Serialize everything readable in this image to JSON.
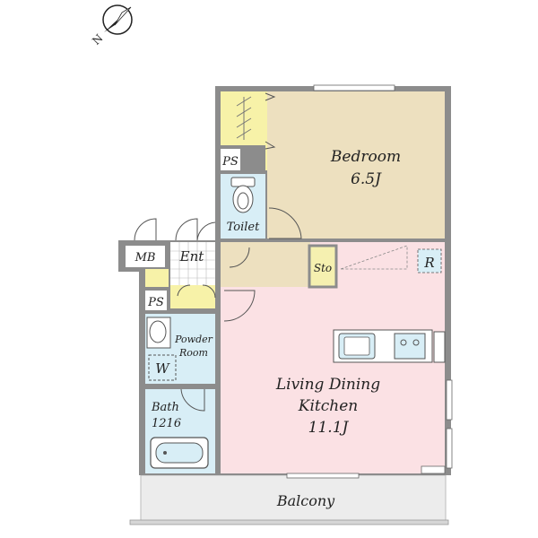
{
  "compass": {
    "north_label": "N",
    "icon": "north-arrow-icon"
  },
  "rooms": {
    "bedroom": {
      "name": "Bedroom",
      "size": "6.5J",
      "color": "#ede0bf"
    },
    "toilet": {
      "name": "Toilet",
      "color": "#d8eef6"
    },
    "entrance": {
      "name": "Ent"
    },
    "meter_box": {
      "name": "MB"
    },
    "pipe_space_upper": {
      "name": "PS"
    },
    "pipe_space_lower": {
      "name": "PS"
    },
    "storage": {
      "name": "Sto",
      "color": "#f5f0b0"
    },
    "refrigerator": {
      "name": "R"
    },
    "powder_room": {
      "name_line1": "Powder",
      "name_line2": "Room",
      "color": "#d8eef6"
    },
    "washer": {
      "name": "W"
    },
    "bath": {
      "name": "Bath",
      "size": "1216",
      "color": "#d8eef6"
    },
    "ldk": {
      "name_line1": "Living Dining",
      "name_line2": "Kitchen",
      "size": "11.1J",
      "color": "#fbe1e4"
    },
    "balcony": {
      "name": "Balcony",
      "color": "#ececec"
    }
  },
  "colors": {
    "wall": "#8c8c8c",
    "hall": "#ede0bf",
    "closet": "#f7f2a8"
  }
}
